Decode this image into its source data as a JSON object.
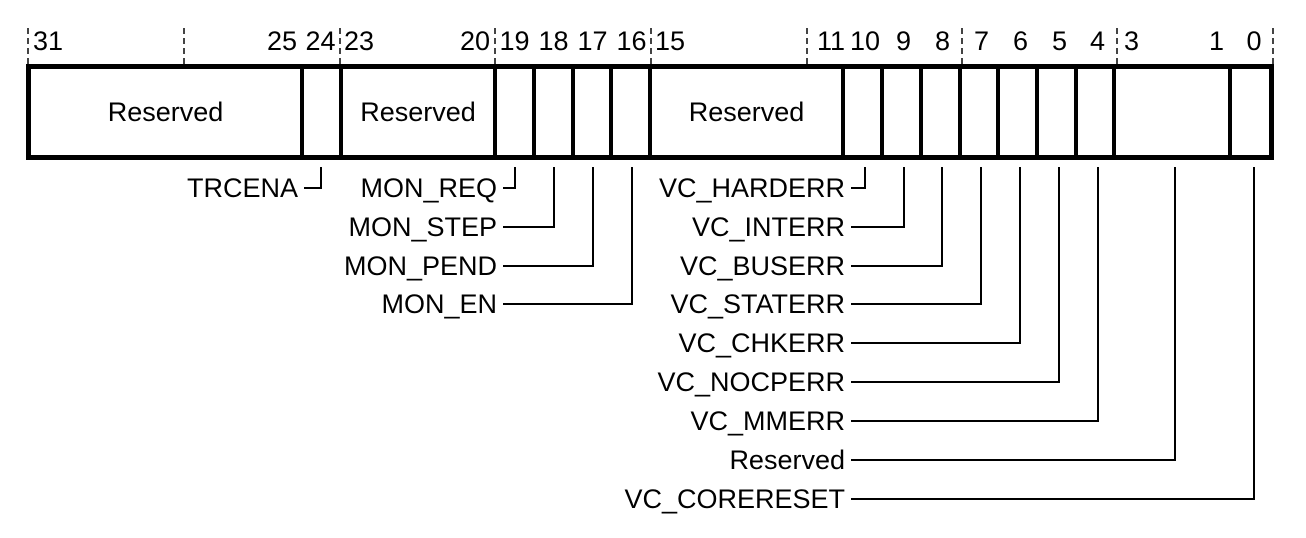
{
  "diagram": {
    "kind": "32-bit register bit-field diagram",
    "bits_row": {
      "f31_25": {
        "l": "31",
        "r": "25"
      },
      "b24": "24",
      "f23_20": {
        "l": "23",
        "r": "20"
      },
      "b19": "19",
      "b18": "18",
      "b17": "17",
      "b16": "16",
      "f15_11": {
        "l": "15",
        "r": "11"
      },
      "b10": "10",
      "b9": "9",
      "b8": "8",
      "b7": "7",
      "b6": "6",
      "b5": "5",
      "b4": "4",
      "f3_1": {
        "l": "3",
        "r": "1"
      },
      "b0": "0"
    },
    "fields": {
      "reserved_31_25": {
        "label": "Reserved",
        "bits": "31:25"
      },
      "reserved_23_20": {
        "label": "Reserved",
        "bits": "23:20"
      },
      "reserved_15_11": {
        "label": "Reserved",
        "bits": "15:11"
      }
    },
    "signals": [
      {
        "name": "TRCENA",
        "bit": "24"
      },
      {
        "name": "MON_REQ",
        "bit": "19"
      },
      {
        "name": "MON_STEP",
        "bit": "18"
      },
      {
        "name": "MON_PEND",
        "bit": "17"
      },
      {
        "name": "MON_EN",
        "bit": "16"
      },
      {
        "name": "VC_HARDERR",
        "bit": "10"
      },
      {
        "name": "VC_INTERR",
        "bit": "9"
      },
      {
        "name": "VC_BUSERR",
        "bit": "8"
      },
      {
        "name": "VC_STATERR",
        "bit": "7"
      },
      {
        "name": "VC_CHKERR",
        "bit": "6"
      },
      {
        "name": "VC_NOCPERR",
        "bit": "5"
      },
      {
        "name": "VC_MMERR",
        "bit": "4"
      },
      {
        "name": "Reserved",
        "bit": "3:1"
      },
      {
        "name": "VC_CORERESET",
        "bit": "0"
      }
    ],
    "colors": {
      "line": "#000000",
      "background": "#ffffff",
      "tick": "#444444"
    }
  }
}
